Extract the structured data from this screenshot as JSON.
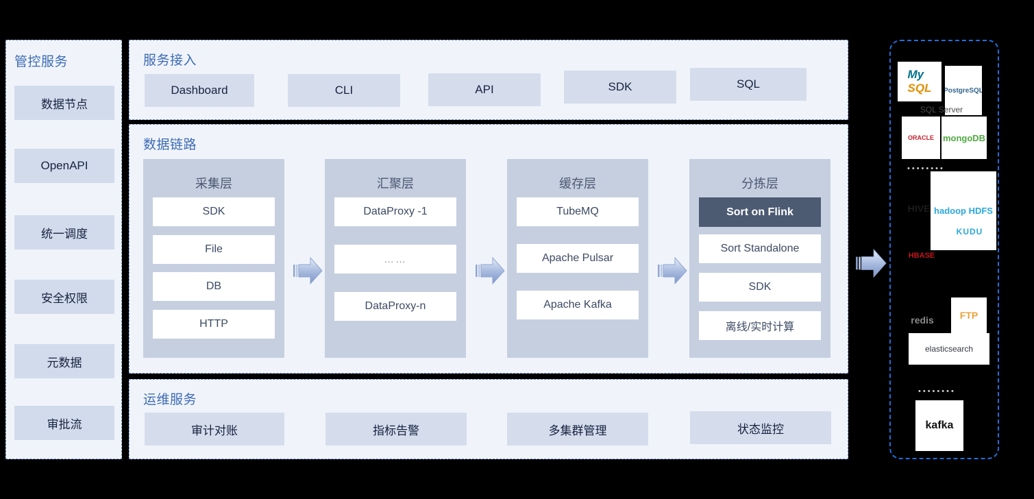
{
  "sidebar": {
    "title": "管控服务",
    "items": [
      {
        "label": "数据节点"
      },
      {
        "label": "OpenAPI"
      },
      {
        "label": "统一调度"
      },
      {
        "label": "安全权限"
      },
      {
        "label": "元数据"
      },
      {
        "label": "审批流"
      }
    ]
  },
  "service_access": {
    "title": "服务接入",
    "items": [
      {
        "label": "Dashboard"
      },
      {
        "label": "CLI"
      },
      {
        "label": "API"
      },
      {
        "label": "SDK"
      },
      {
        "label": "SQL"
      }
    ]
  },
  "data_link": {
    "title": "数据链路",
    "columns": [
      {
        "header": "采集层",
        "items": [
          {
            "label": "SDK",
            "highlight": false
          },
          {
            "label": "File",
            "highlight": false
          },
          {
            "label": "DB",
            "highlight": false
          },
          {
            "label": "HTTP",
            "highlight": false
          }
        ]
      },
      {
        "header": "汇聚层",
        "items": [
          {
            "label": "DataProxy -1",
            "highlight": false
          },
          {
            "label": "……",
            "highlight": false,
            "dots": true
          },
          {
            "label": "DataProxy-n",
            "highlight": false
          }
        ]
      },
      {
        "header": "缓存层",
        "items": [
          {
            "label": "TubeMQ",
            "highlight": false
          },
          {
            "label": "Apache Pulsar",
            "highlight": false
          },
          {
            "label": "Apache Kafka",
            "highlight": false
          }
        ]
      },
      {
        "header": "分拣层",
        "items": [
          {
            "label": "Sort on Flink",
            "highlight": true
          },
          {
            "label": "Sort Standalone",
            "highlight": false
          },
          {
            "label": "SDK",
            "highlight": false
          },
          {
            "label": "离线/实时计算",
            "highlight": false
          }
        ]
      }
    ]
  },
  "ops_service": {
    "title": "运维服务",
    "items": [
      {
        "label": "审计对账"
      },
      {
        "label": "指标告警"
      },
      {
        "label": "多集群管理"
      },
      {
        "label": "状态监控"
      }
    ]
  },
  "sinks": {
    "groups": [
      {
        "logos": [
          {
            "name": "mysql-logo",
            "text": "MySQL"
          },
          {
            "name": "postgresql-logo",
            "text": "PostgreSQL"
          },
          {
            "name": "sqlserver-logo",
            "text": "SQL Server"
          },
          {
            "name": "oracle-logo",
            "text": "ORACLE"
          },
          {
            "name": "mongodb-logo",
            "text": "mongoDB"
          }
        ]
      },
      {
        "logos": [
          {
            "name": "hive-logo",
            "text": "HIVE"
          },
          {
            "name": "hadoop-logo",
            "text": "hadoop HDFS"
          },
          {
            "name": "kudu-logo",
            "text": "KUDU"
          },
          {
            "name": "hbase-logo",
            "text": "HBASE"
          }
        ]
      },
      {
        "logos": [
          {
            "name": "redis-logo",
            "text": "redis"
          },
          {
            "name": "ftp-logo",
            "text": "FTP"
          },
          {
            "name": "elasticsearch-logo",
            "text": "elasticsearch"
          }
        ]
      },
      {
        "logos": [
          {
            "name": "kafka-logo",
            "text": "kafka"
          }
        ]
      }
    ]
  },
  "colors": {
    "panel_bg": "#f0f4fa",
    "panel_border": "#6f8fc4",
    "box_fill": "#d5dded",
    "column_fill": "#c6cfe0",
    "item_fill": "#ffffff",
    "highlight_fill": "#4c5a72",
    "title_text": "#3d6bb5",
    "sink_border": "#1f6fdc",
    "background": "#000000"
  }
}
